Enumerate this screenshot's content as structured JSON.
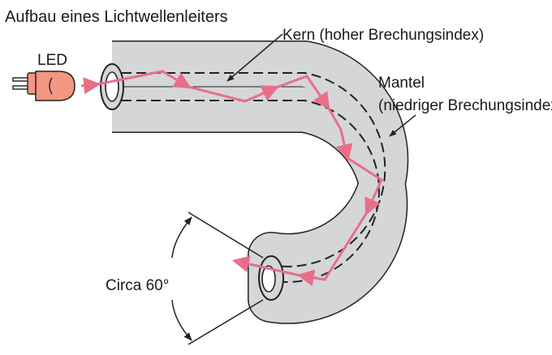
{
  "title": "Aufbau eines Lichtwellenleiters",
  "labels": {
    "led": "LED",
    "core": "Kern (hoher Brechungsindex)",
    "cladding_line1": "Mantel",
    "cladding_line2": "(niedriger Brechungsindex)",
    "angle": "Circa  60°"
  },
  "colors": {
    "fiber_fill": "#d4d6d8",
    "fiber_outline": "#222222",
    "light_ray": "#e86f88",
    "led_body": "#f39682",
    "text": "#1a1a1a"
  },
  "icons": {
    "led": "led-icon",
    "core_pointer": "arrow-icon",
    "cladding_pointer": "arrow-icon"
  }
}
